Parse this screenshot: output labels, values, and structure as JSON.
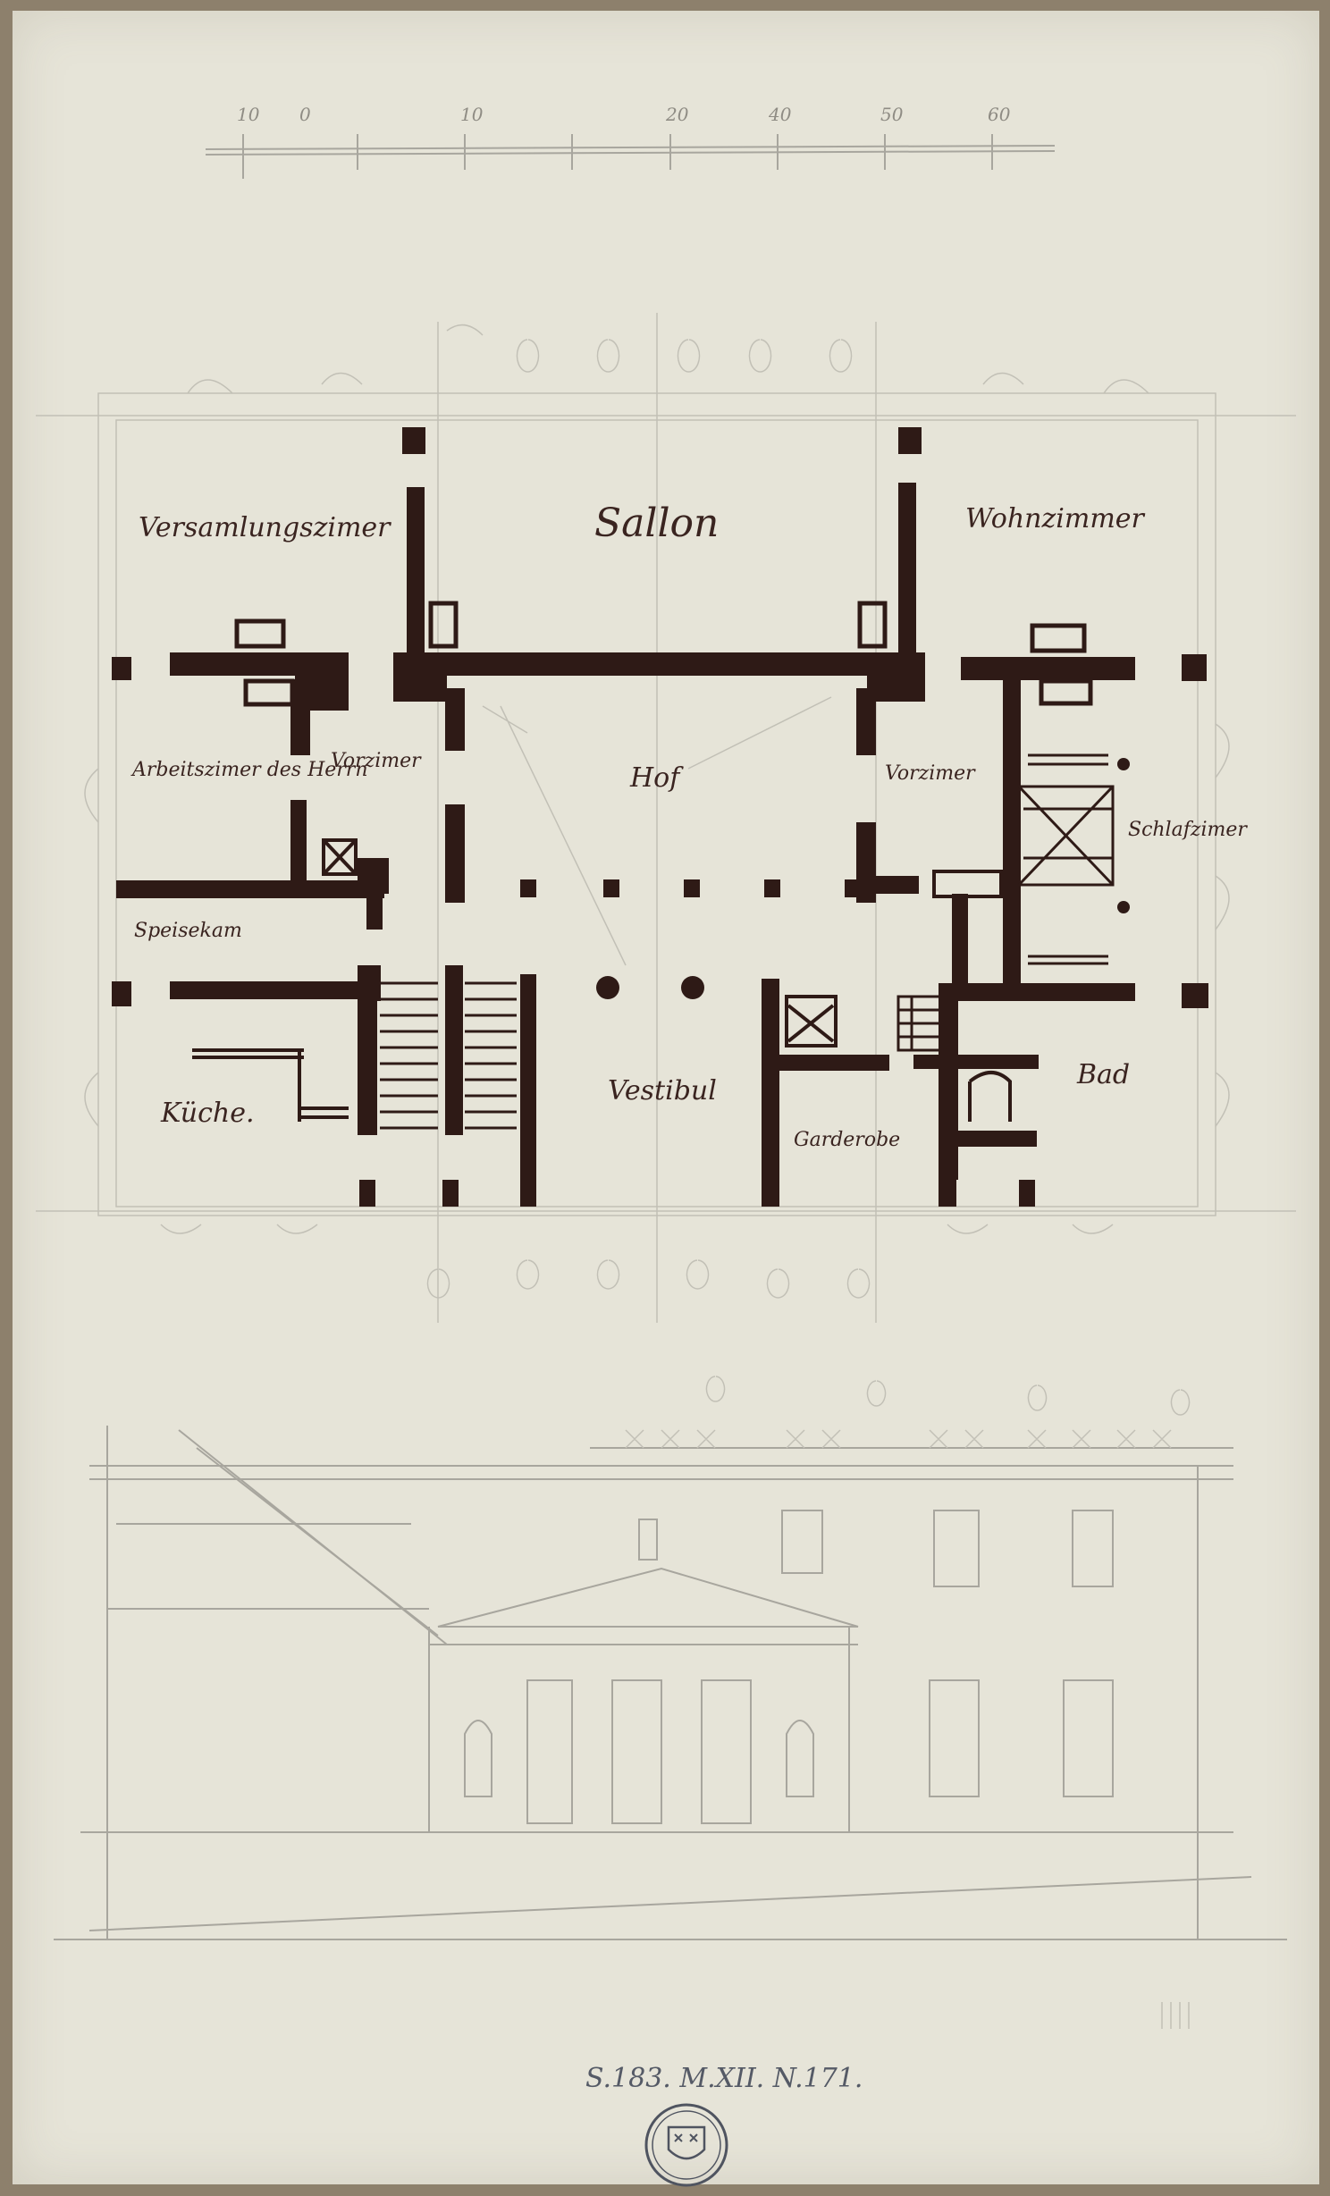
{
  "scale_bar": {
    "ticks": [
      "10",
      "0",
      "10",
      "20",
      "40",
      "50",
      "60"
    ]
  },
  "rooms": {
    "versammlungszimmer": "Versamlungszimer",
    "salon": "Sallon",
    "wohnzimmer": "Wohnzimmer",
    "arbeitszimmer": "Arbeitszimer des Herrn",
    "vorzimmer_left": "Vorzimer",
    "hof": "Hof",
    "vorzimmer_right": "Vorzimer",
    "schlafzimmer": "Schlafzimer",
    "speisekammer": "Speisekam",
    "kueche": "Küche.",
    "vestibuel": "Vestibul",
    "garderobe": "Garderobe",
    "bad": "Bad"
  },
  "inscription": {
    "catalog": "S.183. M.XII. N.171."
  },
  "colors": {
    "paper": "#e6e4d8",
    "mount": "#8d806c",
    "ink": "#2e1a16",
    "pencil": "#a8a69e"
  }
}
